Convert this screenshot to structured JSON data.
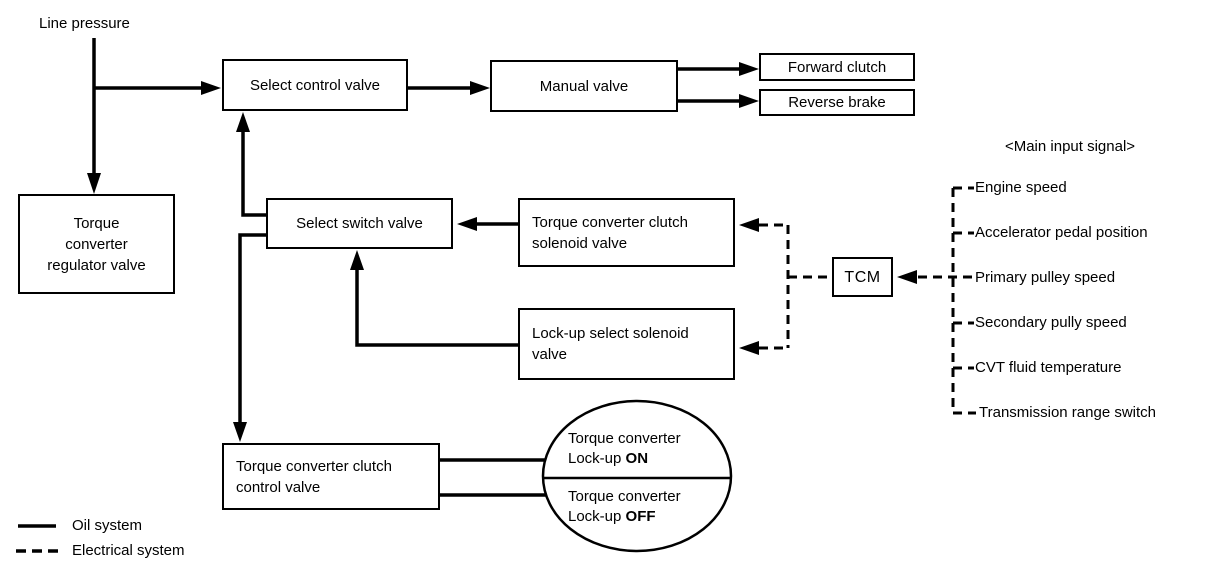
{
  "labels": {
    "line_pressure": "Line pressure",
    "main_input_header": "<Main input signal>"
  },
  "boxes": {
    "select_control_valve": "Select control valve",
    "manual_valve": "Manual valve",
    "forward_clutch": "Forward clutch",
    "reverse_brake": "Reverse brake",
    "torque_converter_regulator_valve": [
      "Torque",
      "converter",
      "regulator valve"
    ],
    "select_switch_valve": "Select switch valve",
    "torque_converter_clutch_solenoid_valve": [
      "Torque converter clutch",
      "solenoid valve"
    ],
    "lockup_select_solenoid_valve": [
      "Lock-up select solenoid",
      "valve"
    ],
    "torque_converter_clutch_control_valve": [
      "Torque converter clutch",
      "control valve"
    ],
    "tcm": "TCM"
  },
  "lockup_states": {
    "on": {
      "line1": "Torque converter",
      "prefix": "Lock-up ",
      "state": "ON"
    },
    "off": {
      "line1": "Torque converter",
      "prefix": "Lock-up ",
      "state": "OFF"
    }
  },
  "main_input_signals": [
    "Engine speed",
    "Accelerator pedal position",
    "Primary pulley speed",
    "Secondary pully speed",
    "CVT fluid temperature",
    "Transmission range switch"
  ],
  "legend": {
    "oil": "Oil system",
    "electrical": "Electrical system"
  },
  "colors": {
    "line": "#000000",
    "background": "#ffffff"
  }
}
